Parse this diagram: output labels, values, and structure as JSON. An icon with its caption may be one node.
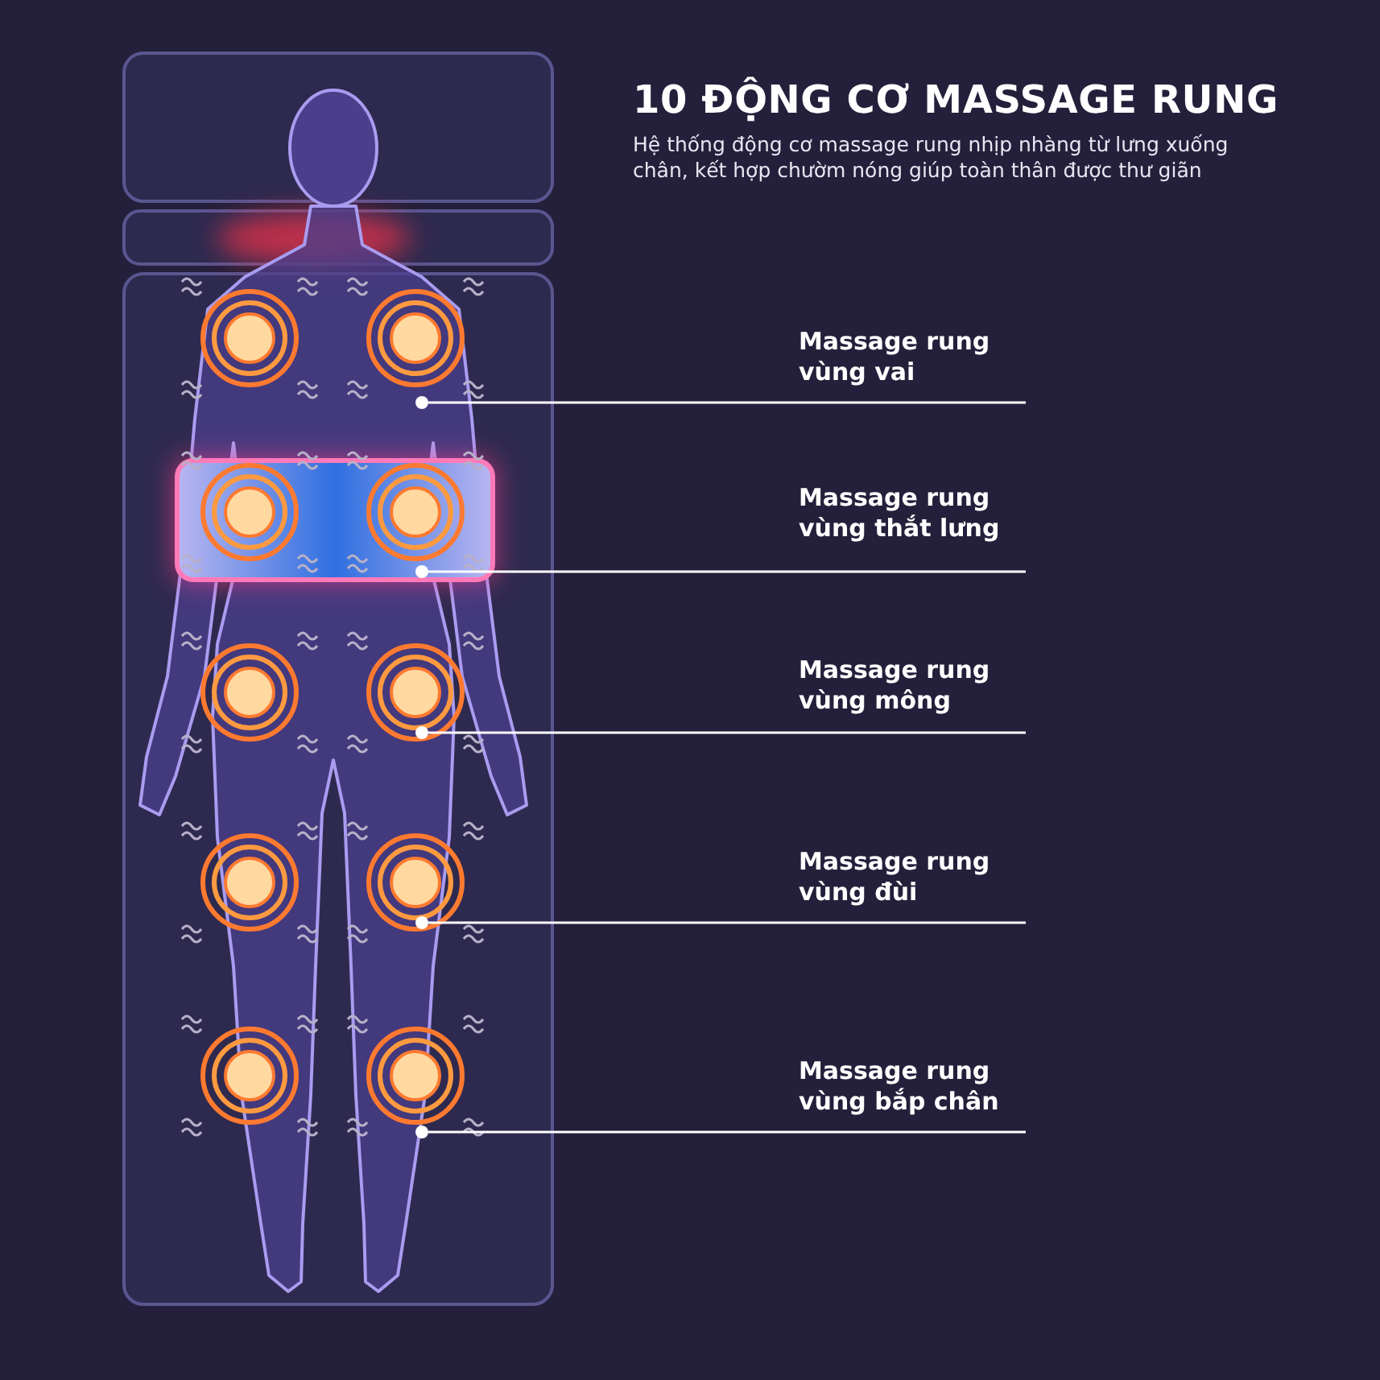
{
  "diagram": {
    "title": "10 ĐỘNG CƠ MASSAGE RUNG",
    "nodes": [
      {
        "text": [
          "Massage rung vùng vai"
        ]
      },
      {
        "text": [
          "Massage rung vùng thắt lưng"
        ]
      },
      {
        "text": [
          "Massage rung vùng mông"
        ]
      },
      {
        "text": [
          "Massage rung vùng đùi"
        ]
      },
      {
        "text": [
          "Massage rung vùng bắp chân"
        ]
      },
      {
        "text": [],
        "shape": "circle"
      },
      {
        "text": [],
        "shape": "circle"
      },
      {
        "text": [],
        "shape": "circle"
      },
      {
        "text": [],
        "shape": "circle"
      },
      {
        "text": [],
        "shape": "circle"
      }
    ],
    "edges": [
      {
        "from": 0,
        "to": 5,
        "arrow": "none"
      },
      {
        "from": 1,
        "to": 6,
        "arrow": "none"
      },
      {
        "from": 2,
        "to": 7,
        "arrow": "none"
      },
      {
        "from": 3,
        "to": 8,
        "arrow": "none"
      },
      {
        "from": 4,
        "to": 9,
        "arrow": "none"
      }
    ],
    "labels": [
      "Hệ thống động cơ massage rung nhịp nhàng từ lưng xuống chân, kết hợp chườm nóng giúp toàn thân được thư giãn"
    ]
  }
}
